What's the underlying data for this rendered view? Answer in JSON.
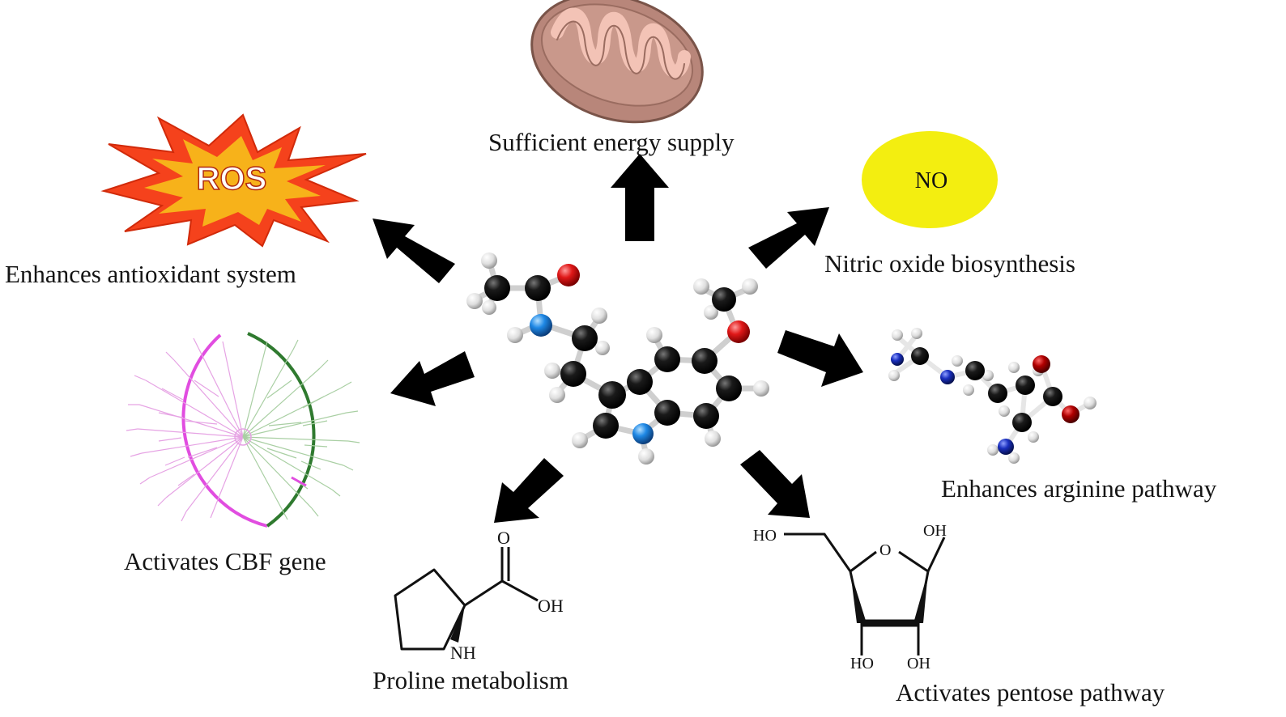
{
  "captions": {
    "energy": "Sufficient energy supply",
    "antioxidant": "Enhances antioxidant system",
    "nitric": "Nitric oxide biosynthesis",
    "arginine": "Enhances arginine pathway",
    "cbf": "Activates CBF gene",
    "proline": "Proline metabolism",
    "pentose": "Activates pentose pathway"
  },
  "badges": {
    "ros": "ROS",
    "no": "NO"
  },
  "chem_labels": {
    "proline_o": "O",
    "proline_oh": "OH",
    "proline_nh": "NH",
    "ribose_ho_top": "HO",
    "ribose_o": "O",
    "ribose_oh_top": "OH",
    "ribose_ho_bottom": "HO",
    "ribose_oh_bottom": "OH"
  },
  "colors": {
    "arrow": "#000000",
    "ros_burst_outer": "#f5421c",
    "ros_burst_inner": "#f7b21a",
    "no_circle": "#f3ee10",
    "mito_outer": "#b8867a",
    "mito_inner": "#f0b6a8",
    "tree_pink": "#e14de0",
    "tree_green": "#2f7a2f",
    "atom_carbon": "#111111",
    "atom_oxygen": "#e01818",
    "atom_nitrogen": "#1e88e5",
    "atom_hydrogen": "#f2f2f2"
  }
}
